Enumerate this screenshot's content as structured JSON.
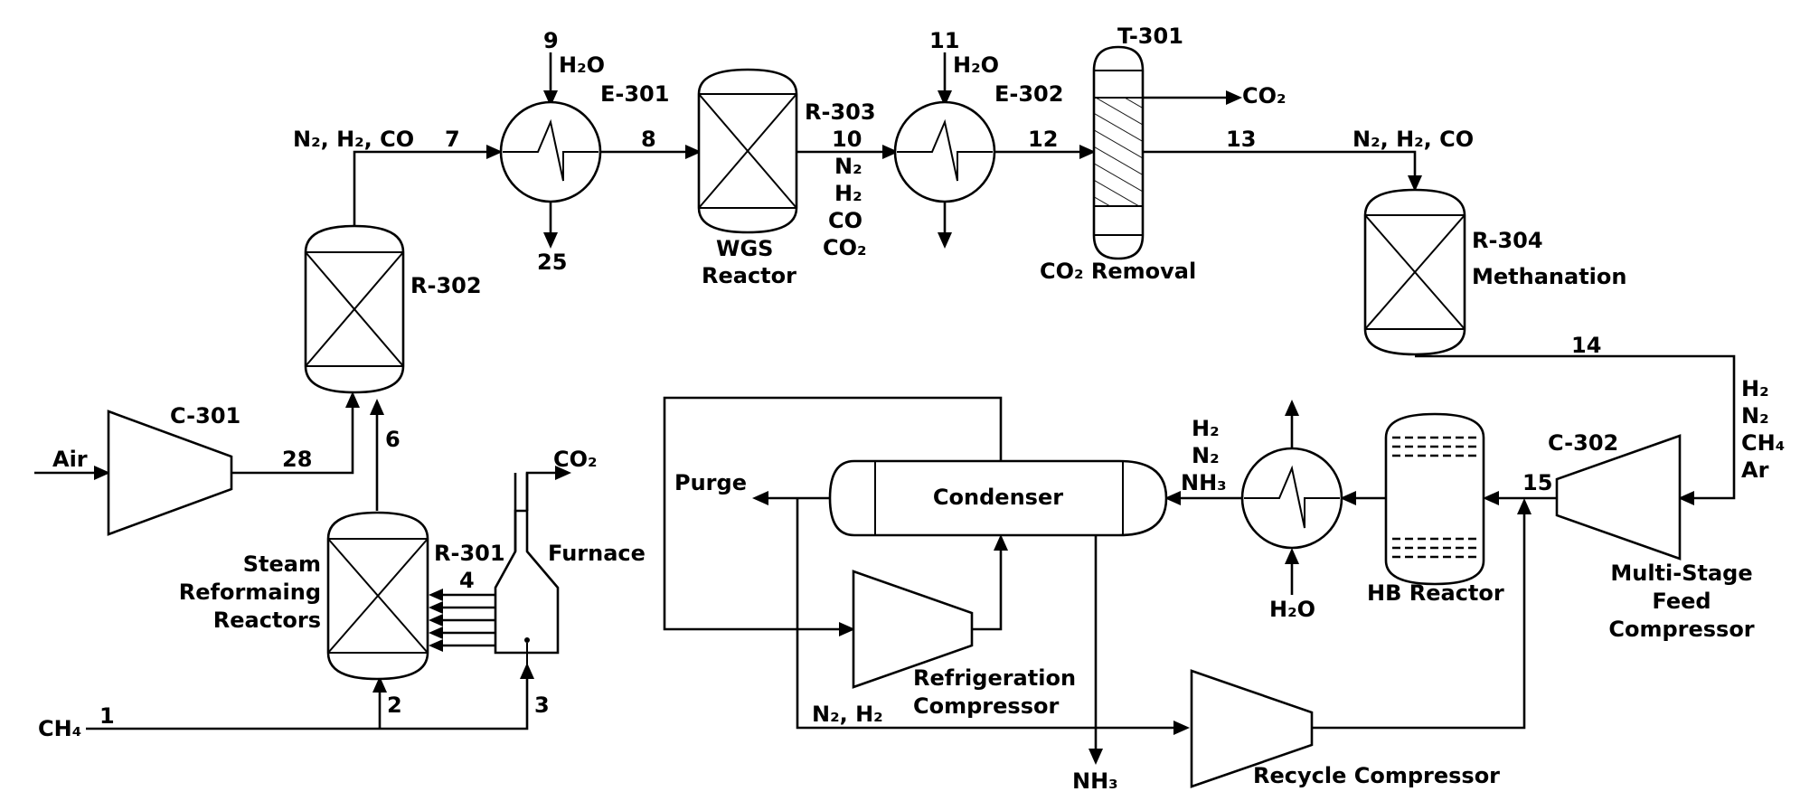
{
  "equipment": {
    "c301": {
      "tag": "C-301"
    },
    "r301": {
      "tag": "R-301",
      "name": [
        "Steam",
        "Reformaing",
        "Reactors"
      ]
    },
    "furnace": {
      "name": "Furnace"
    },
    "r302": {
      "tag": "R-302"
    },
    "e301": {
      "tag": "E-301"
    },
    "r303": {
      "tag": "R-303",
      "name": [
        "WGS",
        "Reactor"
      ]
    },
    "e302": {
      "tag": "E-302"
    },
    "t301": {
      "tag": "T-301",
      "name": "CO₂ Removal"
    },
    "r304": {
      "tag": "R-304",
      "name": "Methanation"
    },
    "c302": {
      "tag": "C-302",
      "name": [
        "Multi-Stage",
        "Feed",
        "Compressor"
      ]
    },
    "hb": {
      "name": "HB Reactor"
    },
    "condenser": {
      "name": "Condenser"
    },
    "refrig": {
      "name": [
        "Refrigeration",
        "Compressor"
      ]
    },
    "recycle": {
      "name": "Recycle Compressor"
    }
  },
  "streams": {
    "s1": "1",
    "s2": "2",
    "s3": "3",
    "s4": "4",
    "s6": "6",
    "s7": "7",
    "s8": "8",
    "s9": "9",
    "s10": "10",
    "s11": "11",
    "s12": "12",
    "s13": "13",
    "s14": "14",
    "s15": "15",
    "s25": "25",
    "s28": "28"
  },
  "labels": {
    "air": "Air",
    "ch4_feed": "CH₄",
    "co2_furnace": "CO₂",
    "comp7": "N₂, H₂, CO",
    "h2o_e301": "H₂O",
    "h2o_e302": "H₂O",
    "comp10": [
      "N₂",
      "H₂",
      "CO",
      "CO₂"
    ],
    "co2_t301": "CO₂",
    "comp13": "N₂, H₂, CO",
    "comp14": [
      "H₂",
      "N₂",
      "CH₄",
      "Ar"
    ],
    "comp_hb_out": [
      "H₂",
      "N₂",
      "NH₃"
    ],
    "h2o_cooler": "H₂O",
    "purge": "Purge",
    "nh3": "NH₃",
    "recycle_gas": "N₂, H₂"
  }
}
